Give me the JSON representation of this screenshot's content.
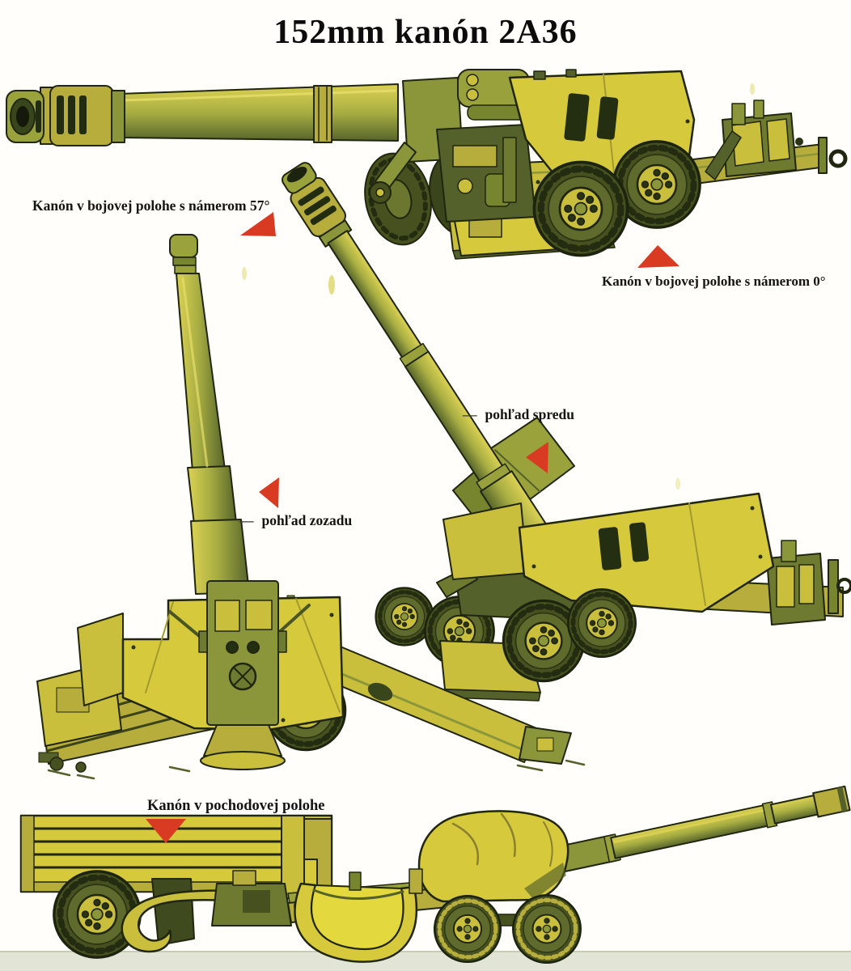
{
  "title": "152mm kanón 2A36",
  "palette": {
    "bright_yellow": "#d7c93c",
    "mid_yellow": "#b7ad3c",
    "olive": "#8a9639",
    "dark_olive": "#55612a",
    "tire_green": "#46511f",
    "outline": "#20260f",
    "pointer_red": "#d93b22",
    "ground_band": "#e2e5d6",
    "background": "#fffefa"
  },
  "callouts": {
    "combat_57": {
      "label": "Kanón v bojovej polohe s námerom 57°"
    },
    "combat_0": {
      "label": "Kanón v bojovej polohe s námerom 0°"
    },
    "front_view": {
      "leader": "—",
      "label": "pohľad spredu"
    },
    "rear_view": {
      "leader": "—",
      "label": "pohľad zozadu"
    },
    "travel": {
      "label": "Kanón v pochodovej polohe"
    }
  }
}
